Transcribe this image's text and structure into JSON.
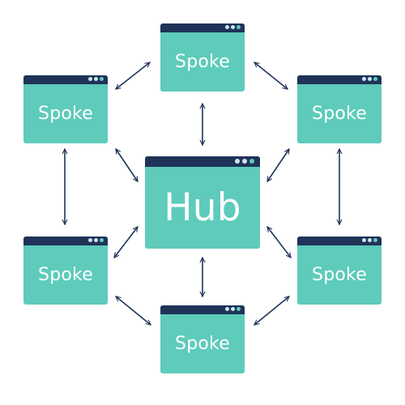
{
  "colors": {
    "window_body": "#5ecbbb",
    "title_bar": "#1f3359",
    "label_text": "#ffffff",
    "arrow": "#1f3359"
  },
  "hub": {
    "label": "Hub"
  },
  "spokes": [
    {
      "id": "top",
      "label": "Spoke"
    },
    {
      "id": "upper-left",
      "label": "Spoke"
    },
    {
      "id": "upper-right",
      "label": "Spoke"
    },
    {
      "id": "lower-left",
      "label": "Spoke"
    },
    {
      "id": "lower-right",
      "label": "Spoke"
    },
    {
      "id": "bottom",
      "label": "Spoke"
    }
  ],
  "connections": [
    {
      "from": "upper-left",
      "to": "top",
      "direction": "both"
    },
    {
      "from": "top",
      "to": "upper-right",
      "direction": "both"
    },
    {
      "from": "top",
      "to": "hub",
      "direction": "both"
    },
    {
      "from": "upper-left",
      "to": "hub",
      "direction": "both"
    },
    {
      "from": "upper-right",
      "to": "hub",
      "direction": "both"
    },
    {
      "from": "upper-left",
      "to": "lower-left",
      "direction": "both"
    },
    {
      "from": "upper-right",
      "to": "lower-right",
      "direction": "both"
    },
    {
      "from": "hub",
      "to": "lower-left",
      "direction": "both"
    },
    {
      "from": "hub",
      "to": "lower-right",
      "direction": "both"
    },
    {
      "from": "hub",
      "to": "bottom",
      "direction": "both"
    },
    {
      "from": "lower-left",
      "to": "bottom",
      "direction": "both"
    },
    {
      "from": "bottom",
      "to": "lower-right",
      "direction": "both"
    }
  ]
}
